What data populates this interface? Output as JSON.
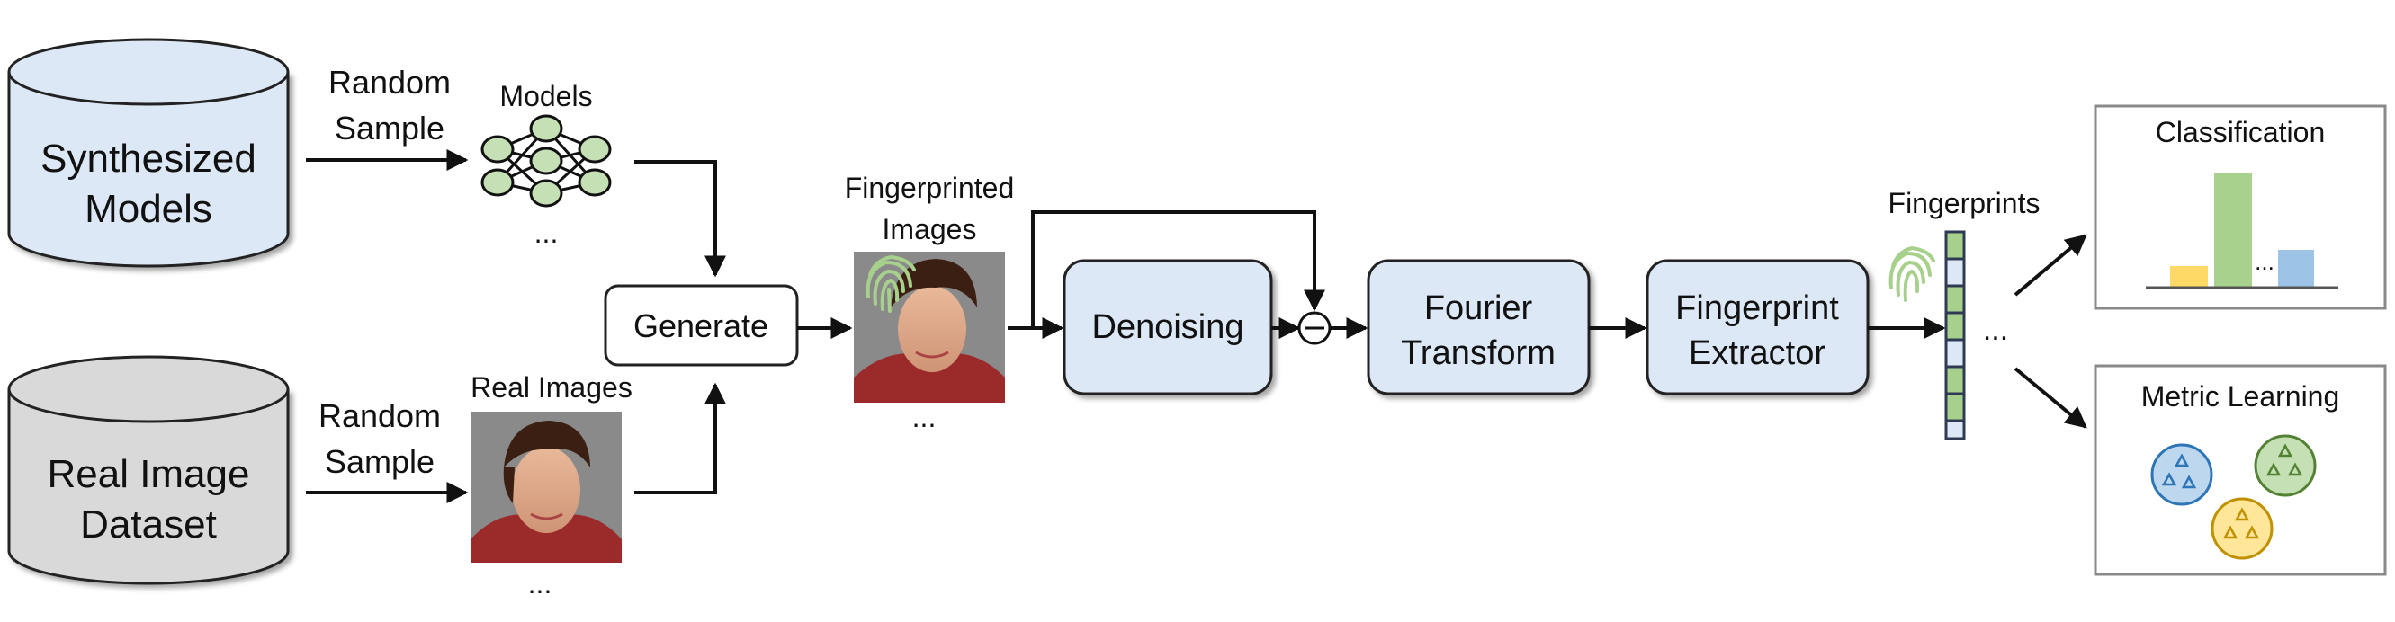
{
  "datasets": {
    "synth_line1": "Synthesized",
    "synth_line2": "Models",
    "real_line1": "Real Image",
    "real_line2": "Dataset"
  },
  "labels": {
    "random_sample_top_1": "Random",
    "random_sample_top_2": "Sample",
    "random_sample_bottom_1": "Random",
    "random_sample_bottom_2": "Sample",
    "models": "Models",
    "models_ellipsis": "...",
    "real_images": "Real Images",
    "real_images_ellipsis": "...",
    "fingerprinted_1": "Fingerprinted",
    "fingerprinted_2": "Images",
    "fingerprinted_ellipsis": "...",
    "fingerprints": "Fingerprints",
    "vector_ellipsis": "..."
  },
  "boxes": {
    "generate": "Generate",
    "denoising": "Denoising",
    "fourier_1": "Fourier",
    "fourier_2": "Transform",
    "extractor_1": "Fingerprint",
    "extractor_2": "Extractor"
  },
  "outputs": {
    "classification": "Classification",
    "classification_ellipsis": "...",
    "metric_learning": "Metric Learning"
  },
  "colors": {
    "synth_fill": "#dde8f6",
    "real_fill": "#d9d9d9",
    "box_fill": "#dde8f6",
    "fingerprint_green": "#a8d08d",
    "bar_yellow": "#ffd966",
    "bar_green": "#a9d18e",
    "bar_blue": "#9dc3e6"
  }
}
